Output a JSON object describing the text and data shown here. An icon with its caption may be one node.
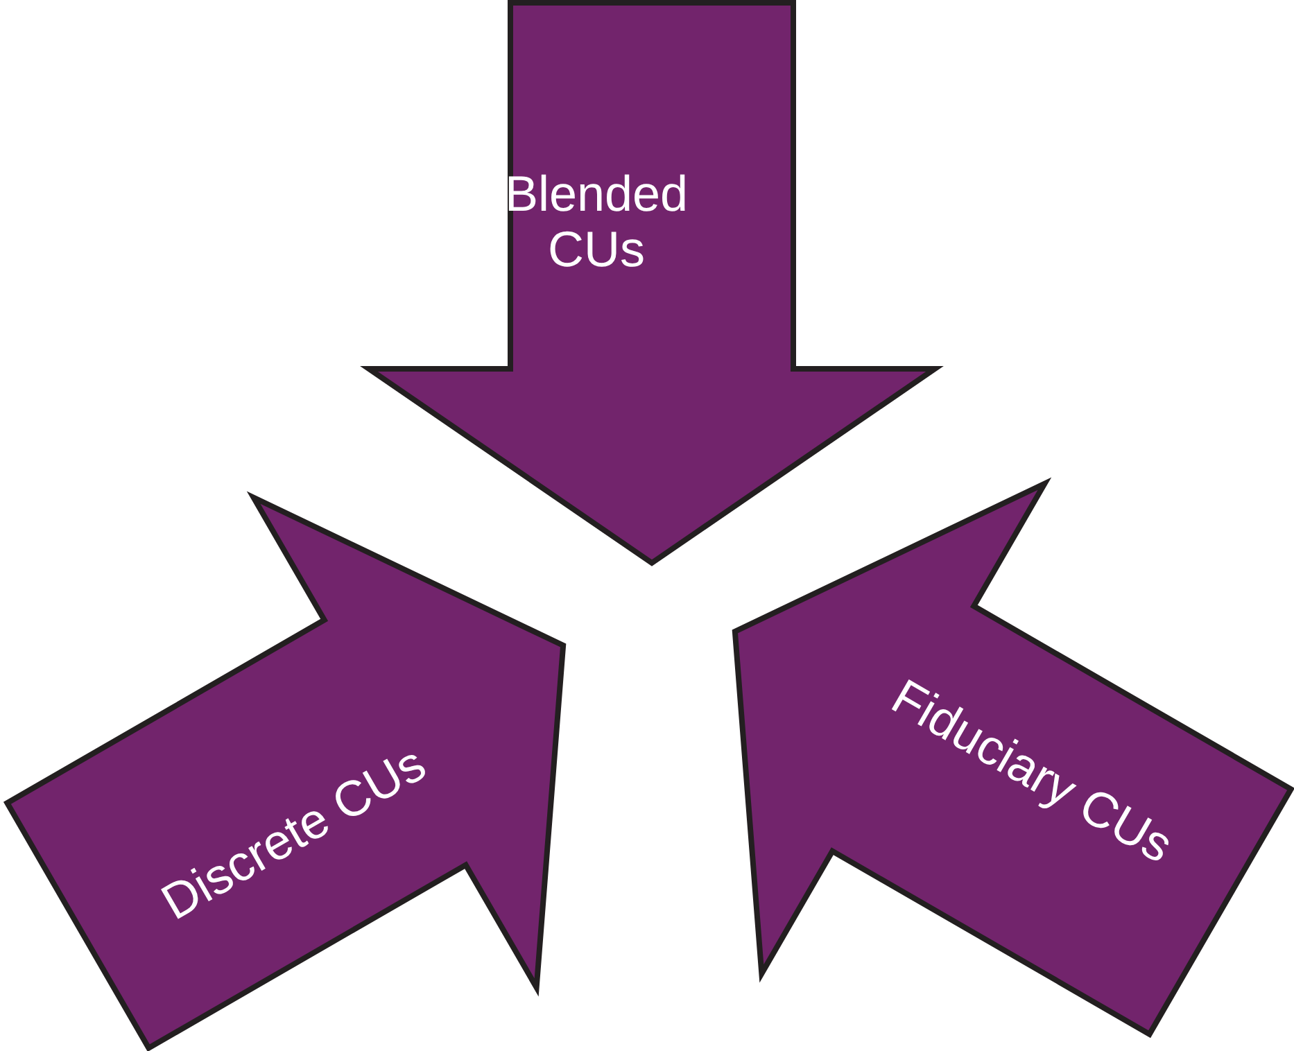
{
  "diagram": {
    "nodes": [
      {
        "text": [
          "Blended CUs"
        ]
      },
      {
        "text": [
          "Discrete CUs"
        ]
      },
      {
        "text": [
          "Fiduciary CUs"
        ]
      }
    ]
  }
}
